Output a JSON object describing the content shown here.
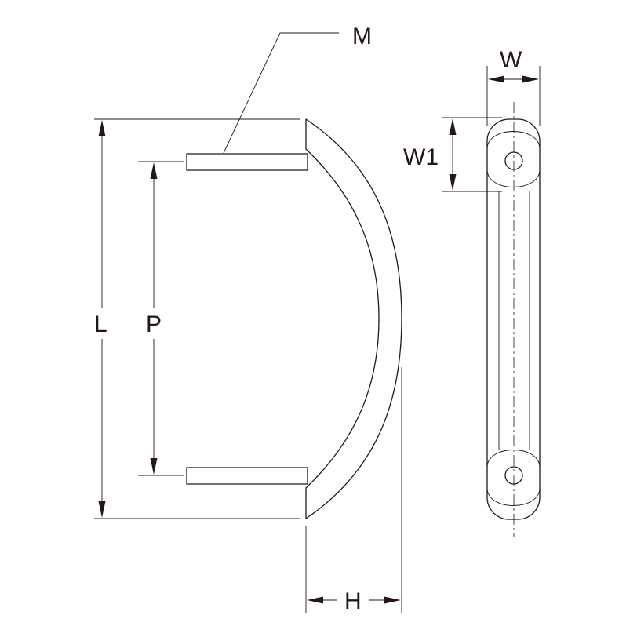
{
  "labels": {
    "m": "M",
    "w": "W",
    "w1": "W1",
    "l": "L",
    "p": "P",
    "h": "H"
  },
  "colors": {
    "line": "#231815",
    "background": "#ffffff"
  }
}
